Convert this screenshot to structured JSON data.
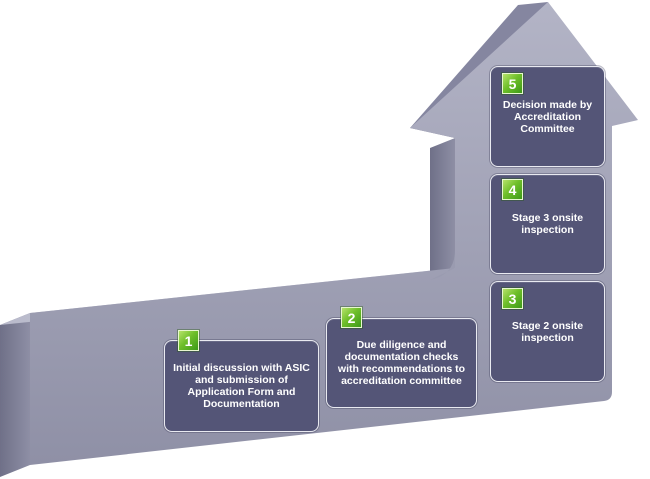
{
  "colors": {
    "arrow_front": "#9e9fb3",
    "arrow_top": "#c3c4d4",
    "arrow_side": "#7e7f96",
    "box_fill": "#545577",
    "box_border": "#e9eaf1",
    "badge_green": "#6fbf2a"
  },
  "steps": [
    {
      "number": "1",
      "text": "Initial discussion with ASIC and submission of Application Form and Documentation"
    },
    {
      "number": "2",
      "text": "Due diligence and documentation checks with recommendations to accreditation committee"
    },
    {
      "number": "3",
      "text": "Stage 2 onsite inspection"
    },
    {
      "number": "4",
      "text": "Stage 3 onsite inspection"
    },
    {
      "number": "5",
      "text": "Decision made by Accreditation Committee"
    }
  ]
}
